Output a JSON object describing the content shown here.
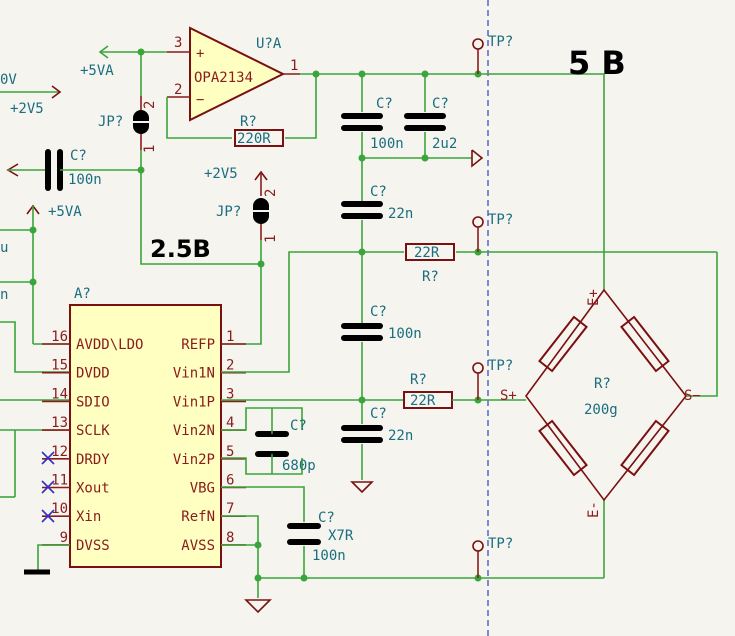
{
  "power": {
    "plus5va_a": "+5VA",
    "plus5va_b": "+5VA",
    "plus2v5_a": "+2V5",
    "plus2v5_b": "+2V5",
    "partial_v": "0V",
    "partial_u": "u",
    "partial_n": "n"
  },
  "annotations": {
    "five_v": "5 В",
    "two_five_v": "2.5В"
  },
  "opamp": {
    "ref": "U?A",
    "value": "OPA2134",
    "pin_plus": "+",
    "pin_minus": "−",
    "pin3": "3",
    "pin2": "2",
    "pin1": "1"
  },
  "jp_top": {
    "ref": "JP?",
    "pin2": "2",
    "pin1": "1"
  },
  "jp_mid": {
    "ref": "JP?",
    "pin2": "2",
    "pin1": "1"
  },
  "r_fb": {
    "ref": "R?",
    "value": "220R"
  },
  "c_left": {
    "ref": "C?",
    "value": "100n"
  },
  "c1": {
    "ref": "C?",
    "value": "100n"
  },
  "c2": {
    "ref": "C?",
    "value": "2u2"
  },
  "c3": {
    "ref": "C?",
    "value": "22n"
  },
  "c4": {
    "ref": "C?",
    "value": "100n"
  },
  "c5": {
    "ref": "C?",
    "value": "22n"
  },
  "c6": {
    "ref": "C?",
    "value": "680p"
  },
  "c7": {
    "ref": "C?",
    "value": "100n",
    "dielectric": "X7R"
  },
  "r_in_n": {
    "ref": "R?",
    "value": "22R"
  },
  "r_in_p": {
    "ref": "R?",
    "value": "22R"
  },
  "tp": [
    "TP?",
    "TP?",
    "TP?",
    "TP?"
  ],
  "bridge": {
    "ref": "R?",
    "value": "200g",
    "e_plus": "E+",
    "e_minus": "E-",
    "s_plus": "S+",
    "s_minus": "S−"
  },
  "adc": {
    "ref": "A?",
    "left_pins": [
      {
        "num": "16",
        "name": "AVDD\\LDO"
      },
      {
        "num": "15",
        "name": "DVDD"
      },
      {
        "num": "14",
        "name": "SDIO"
      },
      {
        "num": "13",
        "name": "SCLK"
      },
      {
        "num": "12",
        "name": "DRDY"
      },
      {
        "num": "11",
        "name": "Xout"
      },
      {
        "num": "10",
        "name": "Xin"
      },
      {
        "num": "9",
        "name": "DVSS"
      }
    ],
    "right_pins": [
      {
        "num": "1",
        "name": "REFP"
      },
      {
        "num": "2",
        "name": "Vin1N"
      },
      {
        "num": "3",
        "name": "Vin1P"
      },
      {
        "num": "4",
        "name": "Vin2N"
      },
      {
        "num": "5",
        "name": "Vin2P"
      },
      {
        "num": "6",
        "name": "VBG"
      },
      {
        "num": "7",
        "name": "RefN"
      },
      {
        "num": "8",
        "name": "AVSS"
      }
    ]
  },
  "colors": {
    "wire": "#3aa53a",
    "body": "#ffffc2",
    "part": "#7a1010",
    "label": "#1a6e80"
  }
}
